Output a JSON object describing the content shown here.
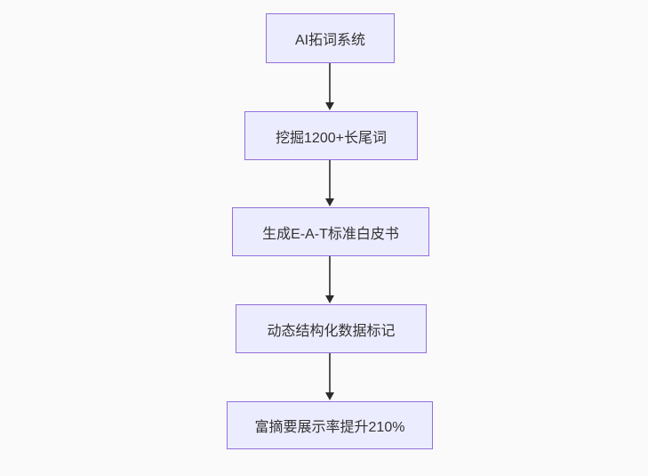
{
  "canvas": {
    "background_color": "#fafafa"
  },
  "flowchart": {
    "type": "flowchart-top-down",
    "style": {
      "node_fill": "#ECECFF",
      "node_border": "#9370DB",
      "text_color": "#333333",
      "edge_line_color": "#555555",
      "arrowhead_color": "#2b2b2b"
    },
    "nodes": [
      {
        "id": "n1",
        "label": "AI拓词系统"
      },
      {
        "id": "n2",
        "label": "挖掘1200+长尾词"
      },
      {
        "id": "n3",
        "label": "生成E-A-T标准白皮书"
      },
      {
        "id": "n4",
        "label": "动态结构化数据标记"
      },
      {
        "id": "n5",
        "label": "富摘要展示率提升210%"
      }
    ],
    "edges": [
      {
        "from": "n1",
        "to": "n2",
        "arrow": "down"
      },
      {
        "from": "n2",
        "to": "n3",
        "arrow": "down"
      },
      {
        "from": "n3",
        "to": "n4",
        "arrow": "down"
      },
      {
        "from": "n4",
        "to": "n5",
        "arrow": "down"
      }
    ]
  }
}
